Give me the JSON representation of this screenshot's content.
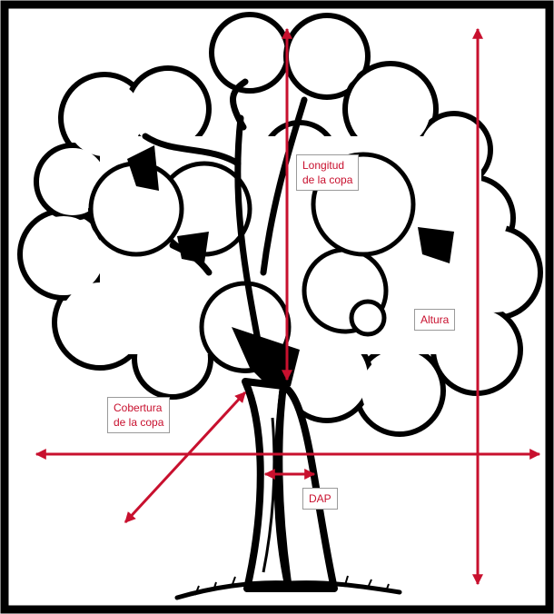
{
  "labels": {
    "crown_length": "Longitud\nde la copa",
    "height": "Altura",
    "crown_cover": "Cobertura\nde la copa",
    "dbh": "DAP"
  },
  "colors": {
    "arrow": "#c8102e",
    "label_text": "#c8102e",
    "ink": "#000000",
    "frame": "#000000"
  }
}
